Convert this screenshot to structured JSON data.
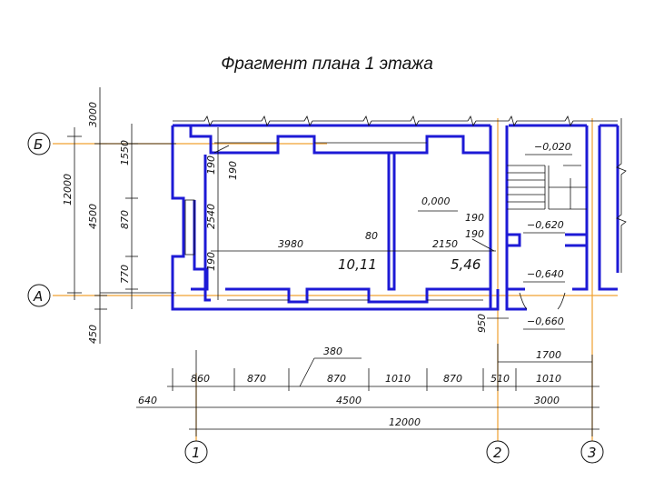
{
  "title": "Фрагмент плана 1 этажа",
  "axes": {
    "b": "Б",
    "a": "А",
    "ax1": "1",
    "ax2": "2",
    "ax3": "3"
  },
  "rooms": {
    "room1_area": "10,11",
    "room2_area": "5,46"
  },
  "levels": {
    "l1": "0,000",
    "l2": "−0,020",
    "l3": "−0,620",
    "l4": "−0,640",
    "l5": "−0,660"
  },
  "dims": {
    "v3000": "3000",
    "v1550": "1550",
    "v12000": "12000",
    "v4500": "4500",
    "v870": "870",
    "v770": "770",
    "v450": "450",
    "v190a": "190",
    "v190b": "190",
    "v2540": "2540",
    "v190c": "190",
    "h3980": "3980",
    "h80": "80",
    "h2150": "2150",
    "h190a": "190",
    "h190b": "190",
    "h950": "950",
    "h380": "380",
    "h1700": "1700",
    "c860": "860",
    "c870a": "870",
    "c870b": "870",
    "c1010a": "1010",
    "c870c": "870",
    "c510": "510",
    "c1010b": "1010",
    "c640": "640",
    "c4500": "4500",
    "c3000": "3000",
    "c12000": "12000"
  }
}
